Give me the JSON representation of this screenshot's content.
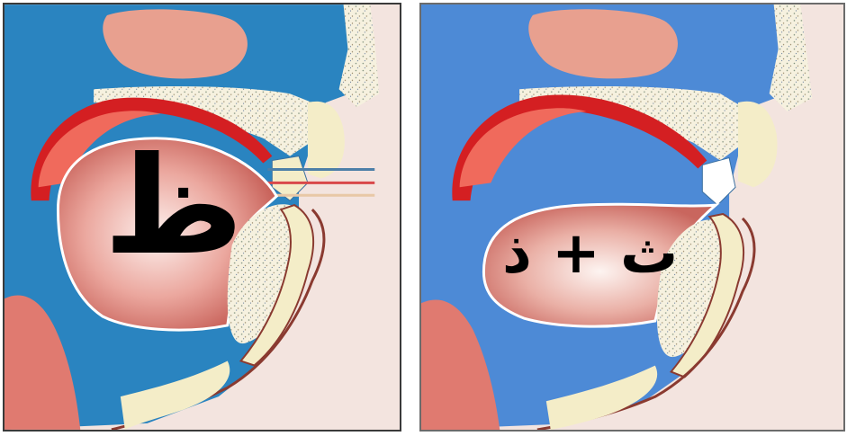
{
  "panels": [
    {
      "id": "left",
      "letter": "ظ"
    },
    {
      "id": "right",
      "letter": "ث + ذ"
    }
  ],
  "colors": {
    "outline": "#3a3a3a",
    "background": "#f3e4df",
    "cavity_left": "#2a84c0",
    "cavity_right": "#4d8ad6",
    "palate_red": "#d41f22",
    "tongue_pink": "#e58a80",
    "bone_cream": "#f4edc8",
    "lip_pink": "#e8a08f"
  }
}
